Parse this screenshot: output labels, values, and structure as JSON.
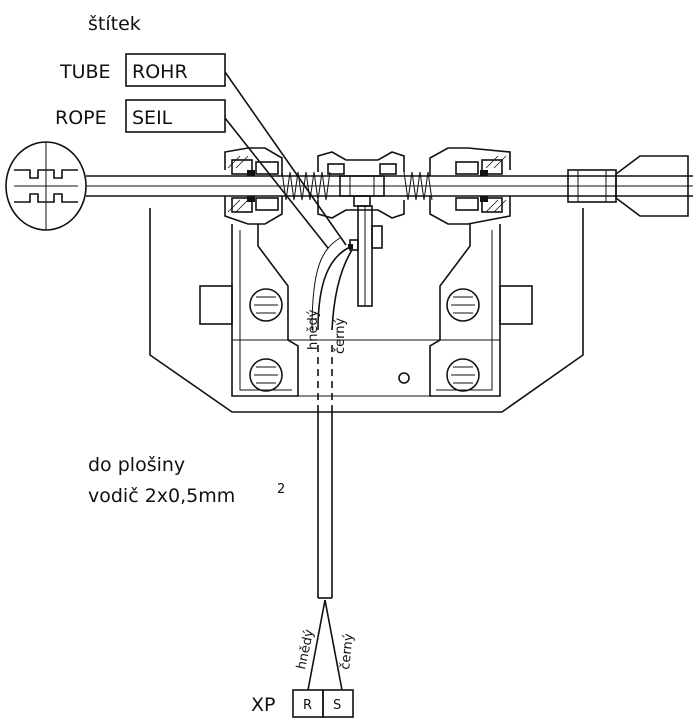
{
  "labels": {
    "plate": "štítek",
    "tube_en": "TUBE",
    "tube_de": "ROHR",
    "rope_en": "ROPE",
    "rope_de": "SEIL",
    "wire_brown": "hnědý",
    "wire_black": "černý",
    "destination_line1": "do plošiny",
    "destination_line2": "vodič  2x0,5mm",
    "destination_superscript": "2",
    "connector": "XP",
    "pin_r": "R",
    "pin_s": "S"
  }
}
